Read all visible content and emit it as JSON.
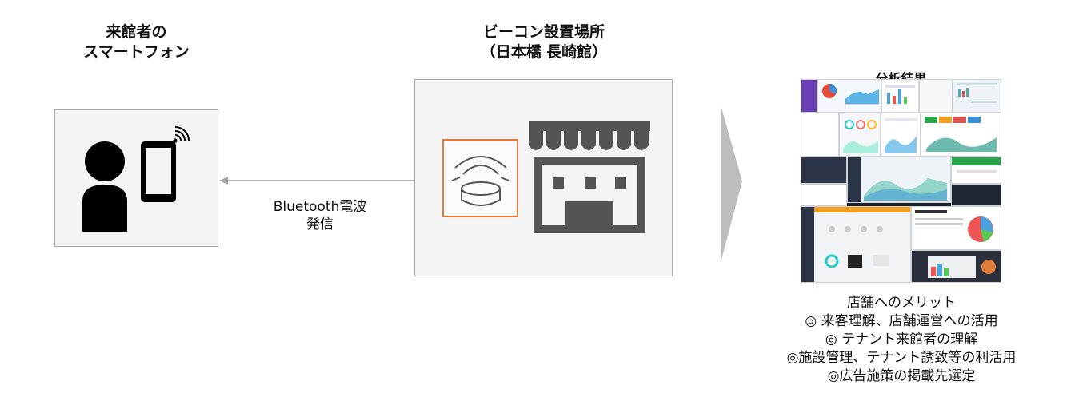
{
  "left": {
    "title": "来館者の\nスマートフォン"
  },
  "center": {
    "title": "ビーコン設置場所\n（日本橋 長崎館）"
  },
  "right": {
    "title": "分析結果"
  },
  "arrow_label": "Bluetooth電波\n発信",
  "benefits": {
    "heading": "店舗へのメリット",
    "items": [
      "◎ 来客理解、店舗運営への活用",
      "◎ テナント来館者の理解",
      "◎施設管理、テナント誘致等の利活用",
      "◎広告施策の掲載先選定"
    ]
  },
  "colors": {
    "beacon_border": "#e07b39",
    "icon": "#000000",
    "store": "#545454",
    "box_border": "#a9a9a9",
    "chevron": "#bdbdbd"
  }
}
